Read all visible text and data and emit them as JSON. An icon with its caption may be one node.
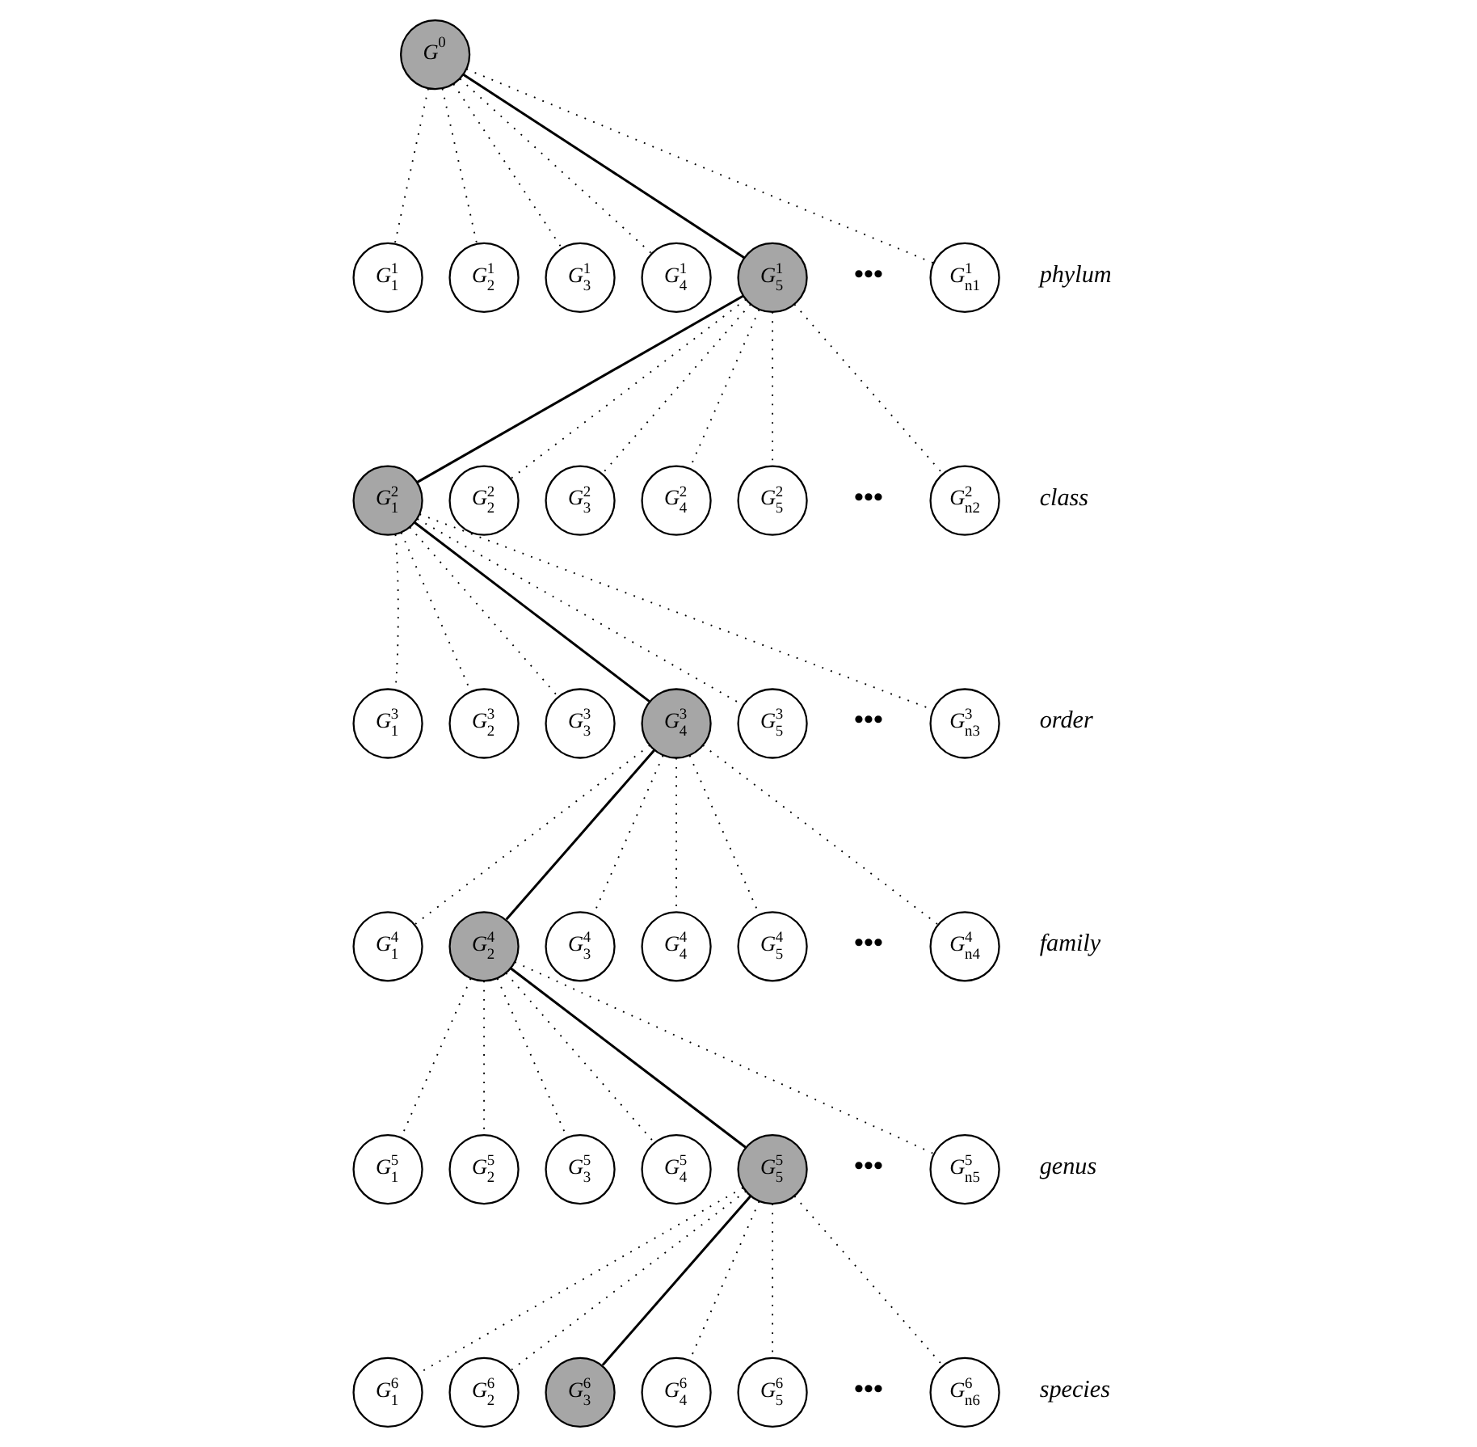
{
  "diagram": {
    "nodes": [
      {
        "text": [
          "G$^{0}$"
        ]
      },
      {
        "text": [
          "G$^{1}$$_{1}$"
        ]
      },
      {
        "text": [
          "G$^{1}$$_{2}$"
        ]
      },
      {
        "text": [
          "G$^{1}$$_{3}$"
        ]
      },
      {
        "text": [
          "G$^{1}$$_{4}$"
        ]
      },
      {
        "text": [
          "G$^{1}$$_{5}$"
        ]
      },
      {
        "text": [
          "G$^{1}$$_{n1}$"
        ]
      },
      {
        "text": [
          "G$^{2}$$_{1}$"
        ]
      },
      {
        "text": [
          "G$^{2}$$_{2}$"
        ]
      },
      {
        "text": [
          "G$^{2}$$_{3}$"
        ]
      },
      {
        "text": [
          "G$^{2}$$_{4}$"
        ]
      },
      {
        "text": [
          "G$^{2}$$_{5}$"
        ]
      },
      {
        "text": [
          "G$^{2}$$_{n2}$"
        ]
      },
      {
        "text": [
          "G$^{3}$$_{1}$"
        ]
      },
      {
        "text": [
          "G$^{3}$$_{2}$"
        ]
      },
      {
        "text": [
          "G$^{3}$$_{3}$"
        ]
      },
      {
        "text": [
          "G$^{3}$$_{4}$"
        ]
      },
      {
        "text": [
          "G$^{3}$$_{5}$"
        ]
      },
      {
        "text": [
          "G$^{3}$$_{n3}$"
        ]
      },
      {
        "text": [
          "G$^{4}$$_{1}$"
        ]
      },
      {
        "text": [
          "G$^{4}$$_{2}$"
        ]
      },
      {
        "text": [
          "G$^{4}$$_{3}$"
        ]
      },
      {
        "text": [
          "G$^{4}$$_{4}$"
        ]
      },
      {
        "text": [
          "G$^{4}$$_{5}$"
        ]
      },
      {
        "text": [
          "G$^{4}$$_{n4}$"
        ]
      },
      {
        "text": [
          "G$^{5}$$_{1}$"
        ]
      },
      {
        "text": [
          "G$^{5}$$_{2}$"
        ]
      },
      {
        "text": [
          "G$^{5}$$_{3}$"
        ]
      },
      {
        "text": [
          "G$^{5}$$_{4}$"
        ]
      },
      {
        "text": [
          "G$^{5}$$_{5}$"
        ]
      },
      {
        "text": [
          "G$^{5}$$_{n5}$"
        ]
      },
      {
        "text": [
          "G$^{6}$$_{1}$"
        ]
      },
      {
        "text": [
          "G$^{6}$$_{2}$"
        ]
      },
      {
        "text": [
          "G$^{6}$$_{3}$"
        ]
      },
      {
        "text": [
          "G$^{6}$$_{4}$"
        ]
      },
      {
        "text": [
          "G$^{6}$$_{5}$"
        ]
      },
      {
        "text": [
          "G$^{6}$$_{n6}$"
        ]
      }
    ],
    "edges": [
      {
        "from": 0,
        "to": 1,
        "arrow": "none",
        "style": "dashed"
      },
      {
        "from": 0,
        "to": 2,
        "arrow": "none",
        "style": "dashed"
      },
      {
        "from": 0,
        "to": 3,
        "arrow": "none",
        "style": "dashed"
      },
      {
        "from": 0,
        "to": 4,
        "arrow": "none",
        "style": "dashed"
      },
      {
        "from": 0,
        "to": 5,
        "arrow": "none"
      },
      {
        "from": 0,
        "to": 6,
        "arrow": "none",
        "style": "dashed"
      },
      {
        "from": 5,
        "to": 7,
        "arrow": "none"
      },
      {
        "from": 5,
        "to": 8,
        "arrow": "none",
        "style": "dashed"
      },
      {
        "from": 5,
        "to": 9,
        "arrow": "none",
        "style": "dashed"
      },
      {
        "from": 5,
        "to": 10,
        "arrow": "none",
        "style": "dashed"
      },
      {
        "from": 5,
        "to": 11,
        "arrow": "none",
        "style": "dashed"
      },
      {
        "from": 5,
        "to": 12,
        "arrow": "none",
        "style": "dashed"
      },
      {
        "from": 7,
        "to": 13,
        "arrow": "none",
        "style": "dashed"
      },
      {
        "from": 7,
        "to": 14,
        "arrow": "none",
        "style": "dashed"
      },
      {
        "from": 7,
        "to": 15,
        "arrow": "none",
        "style": "dashed"
      },
      {
        "from": 7,
        "to": 16,
        "arrow": "none"
      },
      {
        "from": 7,
        "to": 17,
        "arrow": "none",
        "style": "dashed"
      },
      {
        "from": 7,
        "to": 18,
        "arrow": "none",
        "style": "dashed"
      },
      {
        "from": 16,
        "to": 19,
        "arrow": "none",
        "style": "dashed"
      },
      {
        "from": 16,
        "to": 20,
        "arrow": "none"
      },
      {
        "from": 16,
        "to": 21,
        "arrow": "none",
        "style": "dashed"
      },
      {
        "from": 16,
        "to": 22,
        "arrow": "none",
        "style": "dashed"
      },
      {
        "from": 16,
        "to": 23,
        "arrow": "none",
        "style": "dashed"
      },
      {
        "from": 16,
        "to": 24,
        "arrow": "none",
        "style": "dashed"
      },
      {
        "from": 20,
        "to": 25,
        "arrow": "none",
        "style": "dashed"
      },
      {
        "from": 20,
        "to": 26,
        "arrow": "none",
        "style": "dashed"
      },
      {
        "from": 20,
        "to": 27,
        "arrow": "none",
        "style": "dashed"
      },
      {
        "from": 20,
        "to": 28,
        "arrow": "none",
        "style": "dashed"
      },
      {
        "from": 20,
        "to": 29,
        "arrow": "none"
      },
      {
        "from": 20,
        "to": 30,
        "arrow": "none",
        "style": "dashed"
      },
      {
        "from": 29,
        "to": 31,
        "arrow": "none",
        "style": "dashed"
      },
      {
        "from": 29,
        "to": 32,
        "arrow": "none",
        "style": "dashed"
      },
      {
        "from": 29,
        "to": 33,
        "arrow": "none"
      },
      {
        "from": 29,
        "to": 34,
        "arrow": "none",
        "style": "dashed"
      },
      {
        "from": 29,
        "to": 35,
        "arrow": "none",
        "style": "dashed"
      },
      {
        "from": 29,
        "to": 36,
        "arrow": "none",
        "style": "dashed"
      }
    ],
    "labels": [
      "•••",
      "phylum",
      "•••",
      "class",
      "•••",
      "order",
      "•••",
      "family",
      "•••",
      "genus",
      "•••",
      "species"
    ]
  }
}
